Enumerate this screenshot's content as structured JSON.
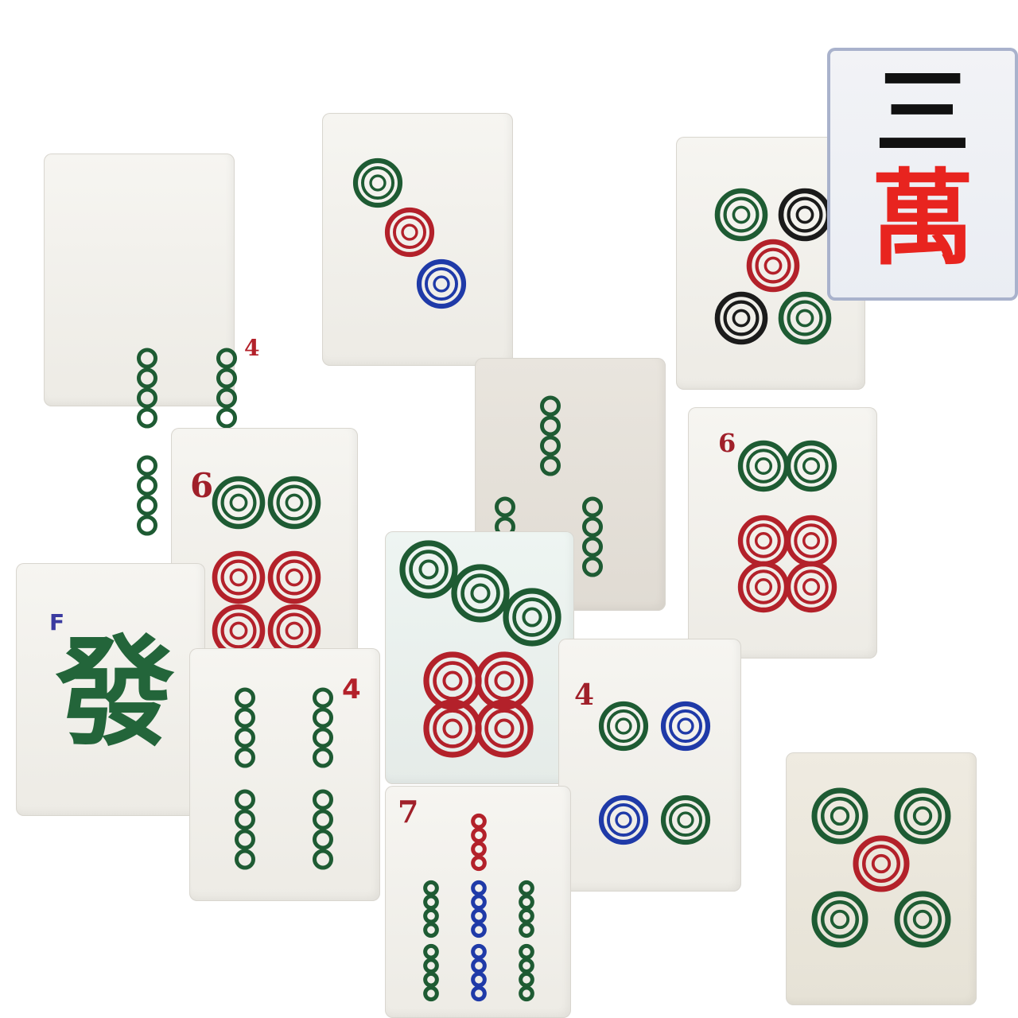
{
  "colors": {
    "background": "#ffffff",
    "tile_face": "#f3f2ee",
    "green": "#1e5b33",
    "red": "#b3212a",
    "blue": "#1f3aa8",
    "black": "#1b1b1b",
    "index_red": "#a0202a",
    "index_blue": "#3a3aa0"
  },
  "tiles": [
    {
      "name": "four-bamboo-tile-a",
      "suit": "bamboo",
      "rank": 4,
      "index": "4"
    },
    {
      "name": "three-circles-tile",
      "suit": "circles",
      "rank": 3
    },
    {
      "name": "five-circles-tile-a",
      "suit": "circles",
      "rank": 5
    },
    {
      "name": "three-characters-tile",
      "suit": "characters",
      "rank": 3,
      "top_glyph": "三",
      "bottom_glyph": "萬"
    },
    {
      "name": "six-circles-tile-a",
      "suit": "circles",
      "rank": 6,
      "index": "6"
    },
    {
      "name": "three-bamboo-tile",
      "suit": "bamboo",
      "rank": 3
    },
    {
      "name": "six-circles-tile-b",
      "suit": "circles",
      "rank": 6,
      "index": "6"
    },
    {
      "name": "green-dragon-tile",
      "suit": "dragon",
      "index": "F",
      "glyph": "發"
    },
    {
      "name": "four-bamboo-tile-b",
      "suit": "bamboo",
      "rank": 4,
      "index": "4"
    },
    {
      "name": "seven-circles-tile",
      "suit": "circles",
      "rank": 7
    },
    {
      "name": "four-circles-tile",
      "suit": "circles",
      "rank": 4,
      "index": "4"
    },
    {
      "name": "seven-bamboo-tile",
      "suit": "bamboo",
      "rank": 7,
      "index": "7"
    },
    {
      "name": "five-circles-tile-b",
      "suit": "circles",
      "rank": 5
    }
  ]
}
